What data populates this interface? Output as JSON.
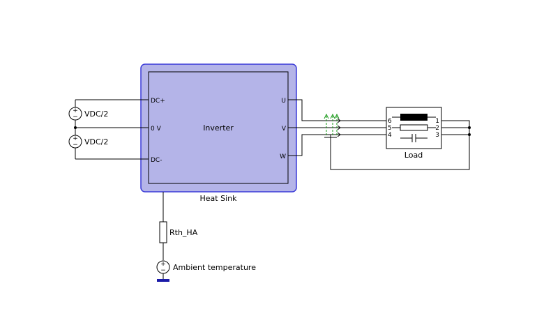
{
  "heatsink": {
    "label": "Heat Sink",
    "fill": "#b4b4e8",
    "stroke": "#3a3ad8"
  },
  "inverter": {
    "label": "Inverter",
    "ports_left": [
      "DC+",
      "0 V",
      "DC-"
    ],
    "ports_right": [
      "U",
      "V",
      "W"
    ]
  },
  "sources": [
    {
      "label": "VDC/2"
    },
    {
      "label": "VDC/2"
    }
  ],
  "resistor": {
    "label": "Rth_HA"
  },
  "ambient": {
    "label": "Ambient temperature",
    "ground_color": "#1a1aa8"
  },
  "load": {
    "label": "Load",
    "pins_left": [
      "6",
      "5",
      "4"
    ],
    "pins_right": [
      "1",
      "2",
      "3"
    ]
  },
  "probe_color": "#1a9a1a"
}
